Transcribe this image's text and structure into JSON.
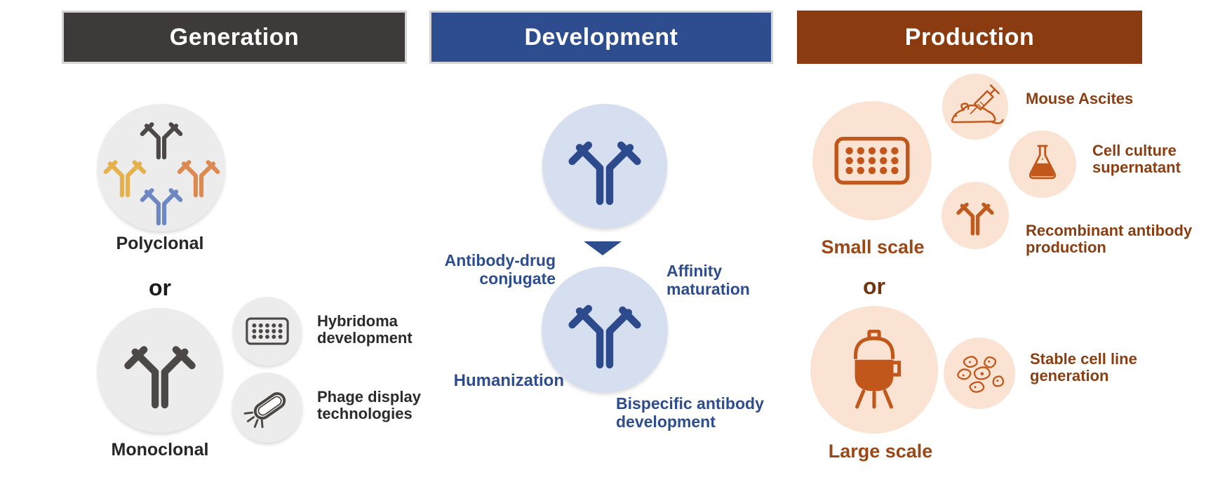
{
  "generation": {
    "header": "Generation",
    "polyclonal_label": "Polyclonal",
    "or_label": "or",
    "monoclonal_label": "Monoclonal",
    "hybridoma_label": "Hybridoma\ndevelopment",
    "phage_label": "Phage display\ntechnologies"
  },
  "development": {
    "header": "Development",
    "adc_label": "Antibody-drug\nconjugate",
    "affinity_label": "Affinity\nmaturation",
    "humanization_label": "Humanization",
    "bispecific_label": "Bispecific antibody\ndevelopment"
  },
  "production": {
    "header": "Production",
    "small_scale_label": "Small scale",
    "or_label": "or",
    "large_scale_label": "Large scale",
    "mouse_label": "Mouse Ascites",
    "cell_culture_label": "Cell culture\nsupernatant",
    "recombinant_label": "Recombinant antibody\nproduction",
    "stable_cell_label": "Stable cell line\ngeneration"
  },
  "colors": {
    "generation_header_bg": "#3d3a39",
    "development_header_bg": "#2e4d8e",
    "production_header_bg": "#8a3c10",
    "development_text": "#2e4d8e",
    "production_text": "#8a3e12",
    "production_icon_orange": "#c2571b",
    "neutral_circle_bg": "#ececec",
    "development_circle_bg": "#d5dff0",
    "production_circle_bg": "#fae3d2",
    "antibody_gray": "#4b4847",
    "antibody_yellow": "#e5b14c",
    "antibody_orange": "#dc8a50",
    "antibody_blue": "#6d87c3"
  }
}
